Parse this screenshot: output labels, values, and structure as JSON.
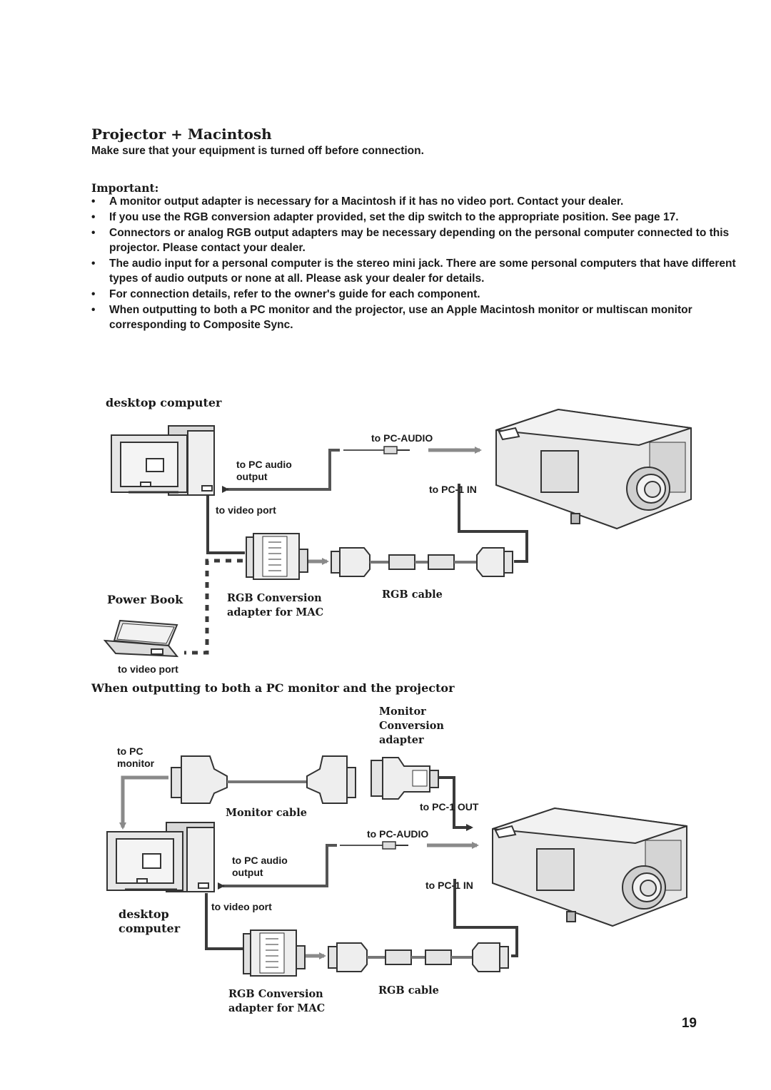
{
  "page": {
    "title": "Projector + Macintosh",
    "intro": "Make sure that your equipment is turned off before connection.",
    "important_label": "Important:",
    "bullets": [
      {
        "symbol": "•",
        "text": "A monitor output adapter is necessary for a Macintosh if it has no video port. Contact your dealer."
      },
      {
        "symbol": "•",
        "text": "If you use the RGB conversion adapter provided, set the dip switch to the appropriate position. See page 17."
      },
      {
        "symbol": "•",
        "text": "Connectors or analog RGB output adapters may be necessary depending on the personal computer connected to this projector.  Please contact your dealer."
      },
      {
        "symbol": "•",
        "text": "The audio input for a personal computer is the stereo mini jack. There are some personal computers that have different types of audio outputs or none at all. Please ask your dealer for details."
      },
      {
        "symbol": "•",
        "text": "For connection details, refer to the owner's guide for each component."
      },
      {
        "symbol": "•",
        "text": "When outputting to both a PC monitor and the projector, use an Apple Macintosh monitor or multiscan monitor corresponding to Composite Sync."
      }
    ],
    "page_number": "19"
  },
  "diagram1": {
    "desktop_computer": "desktop computer",
    "to_pc_audio_caps": "to PC-AUDIO",
    "to_pc_audio_output": "to PC audio\noutput",
    "to_pc1_in": "to PC-1 IN",
    "to_video_port": "to video port",
    "power_book": "Power Book",
    "rgb_conversion": "RGB Conversion\nadapter for MAC",
    "rgb_cable": "RGB cable",
    "to_video_port_pb": "to video port"
  },
  "diagram2": {
    "heading": "When outputting to both a PC monitor and the projector",
    "monitor_conversion": "Monitor\nConversion\nadapter",
    "to_pc_monitor": "to PC\nmonitor",
    "monitor_cable": "Monitor cable",
    "to_pc1_out": "to PC-1 OUT",
    "to_pc_audio_caps": "to PC-AUDIO",
    "to_pc_audio_output": "to PC audio\noutput",
    "to_pc1_in": "to PC-1 IN",
    "to_video_port": "to video port",
    "desktop_computer": "desktop\ncomputer",
    "rgb_conversion": "RGB Conversion\nadapter for MAC",
    "rgb_cable": "RGB cable"
  },
  "colors": {
    "cable_gray": "#8a8a8a",
    "cable_dark": "#3a3a3a",
    "device_fill": "#e6e6e6",
    "device_stroke": "#333333"
  }
}
